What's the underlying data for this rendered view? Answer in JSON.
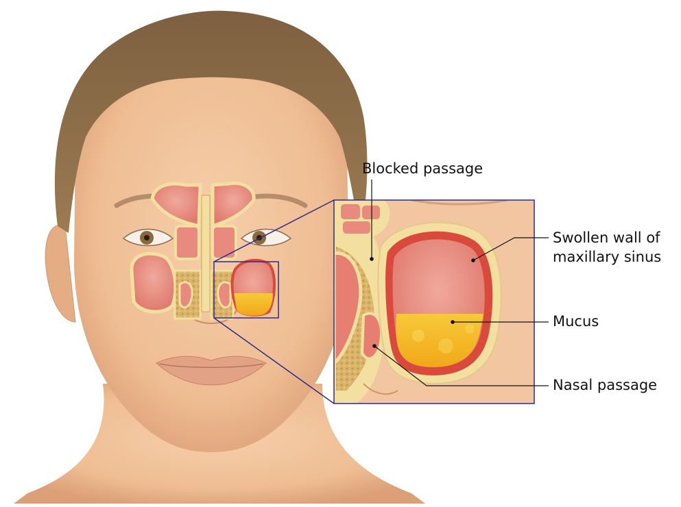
{
  "labels": {
    "blocked_passage": "Blocked passage",
    "swollen_wall_line1": "Swollen wall of",
    "swollen_wall_line2": "maxillary sinus",
    "mucus": "Mucus",
    "nasal_passage": "Nasal passage"
  },
  "colors": {
    "skin": "#f2c29a",
    "skin_shadow": "#dea37c",
    "hair": "#8a6a45",
    "sinus_tissue": "#e8867c",
    "sinus_wall": "#d94a3c",
    "bone": "#f3dfa0",
    "mucus": "#f4b820",
    "inset_frame": "#2d2a8a",
    "leader_line": "#111111"
  }
}
